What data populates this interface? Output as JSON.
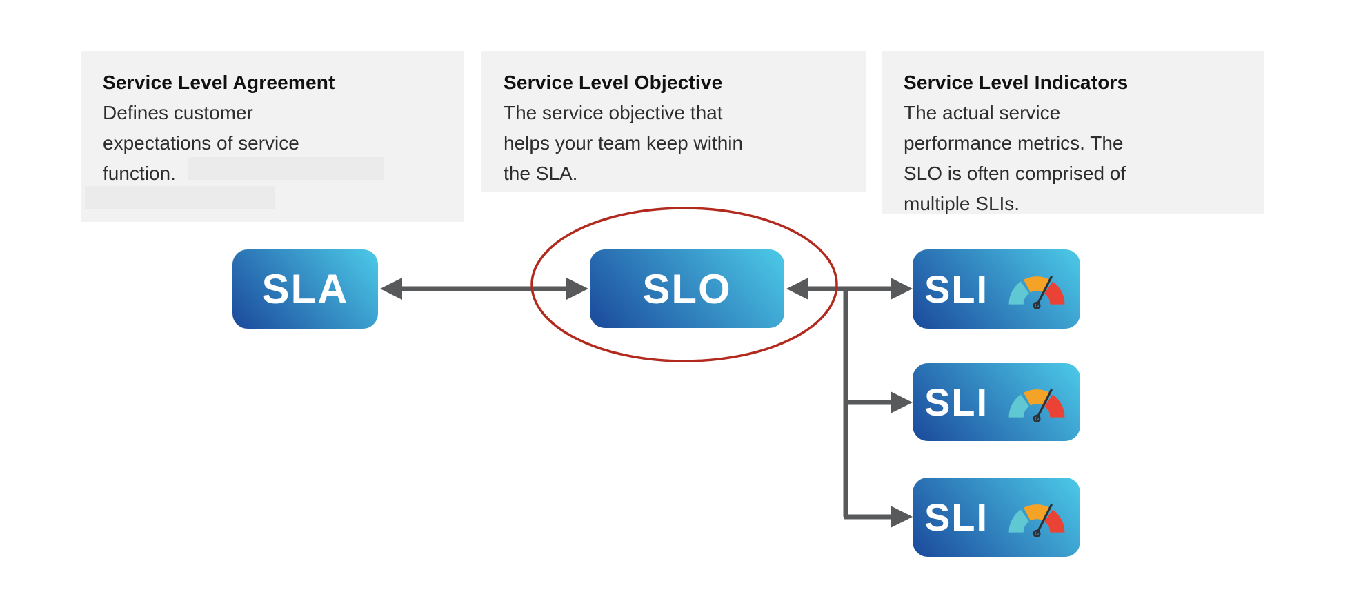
{
  "descriptions": [
    {
      "id": "sla",
      "title": "Service Level Agreement",
      "lines": [
        "Defines customer",
        "expectations of service",
        "function."
      ],
      "redacted_regions": 2
    },
    {
      "id": "slo",
      "title": "Service Level Objective",
      "lines": [
        "The service objective that",
        "helps your team keep within",
        "the SLA."
      ]
    },
    {
      "id": "sli",
      "title": "Service Level Indicators",
      "lines": [
        "The actual service",
        "performance metrics. The",
        "SLO is often comprised of",
        "multiple SLIs."
      ]
    }
  ],
  "nodes": {
    "sla_label": "SLA",
    "slo_label": "SLO",
    "sli_label": "SLI",
    "sli_count": 3
  },
  "annotations": {
    "highlight": "red ellipse drawn around the SLO node"
  },
  "connections": [
    "SLA <-> SLO (double-headed arrow)",
    "SLO <-> SLI (double-headed arrow with branch)",
    "branch -> SLI 2",
    "branch -> SLI 3"
  ],
  "colors": {
    "node_gradient_start": "#1d4f9f",
    "node_gradient_end": "#4ac4e4",
    "node_text": "#ffffff",
    "desc_box_bg": "#f2f2f2",
    "redaction_bar": "#ebebeb",
    "arrow": "#58595b",
    "highlight_ellipse": "#b22a1e",
    "gauge_teal": "#5fc8d2",
    "gauge_orange": "#f5a326",
    "gauge_red": "#ea4235",
    "gauge_needle": "#2f3033",
    "title_text": "#111111",
    "body_text": "#2d2d2d",
    "page_bg": "#ffffff"
  }
}
